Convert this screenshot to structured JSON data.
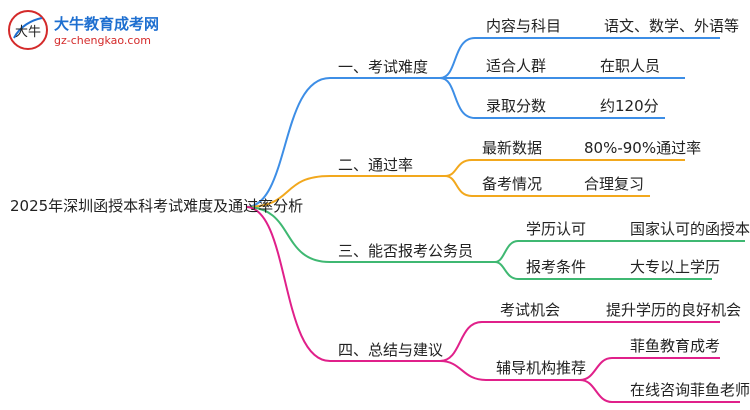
{
  "logo": {
    "title": "大牛教育成考网",
    "url": "gz-chengkao.com",
    "mark_text": "大牛"
  },
  "root": "2025年深圳函授本科考试难度及通过率分析",
  "colors": {
    "blue": "#3d8ee6",
    "orange": "#f2a81d",
    "green": "#3fb872",
    "pink": "#e0208a"
  },
  "branches": [
    {
      "title": "一、考试难度",
      "items": [
        {
          "label": "内容与科目",
          "value": "语文、数学、外语等"
        },
        {
          "label": "适合人群",
          "value": "在职人员"
        },
        {
          "label": "录取分数",
          "value": "约120分"
        }
      ]
    },
    {
      "title": "二、通过率",
      "items": [
        {
          "label": "最新数据",
          "value": "80%-90%通过率"
        },
        {
          "label": "备考情况",
          "value": "合理复习"
        }
      ]
    },
    {
      "title": "三、能否报考公务员",
      "items": [
        {
          "label": "学历认可",
          "value": "国家认可的函授本科"
        },
        {
          "label": "报考条件",
          "value": "大专以上学历"
        }
      ]
    },
    {
      "title": "四、总结与建议",
      "items": [
        {
          "label": "考试机会",
          "value": "提升学历的良好机会"
        },
        {
          "label": "辅导机构推荐",
          "values": [
            "菲鱼教育成考",
            "在线咨询菲鱼老师"
          ]
        }
      ]
    }
  ]
}
